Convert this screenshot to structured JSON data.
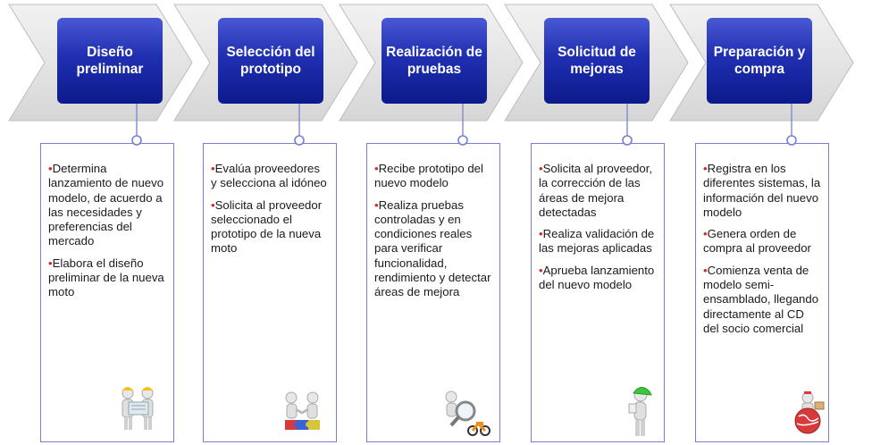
{
  "colors": {
    "arrow_fill": "#e3e3e3",
    "box_fill_top": "#4a58d4",
    "box_fill_bottom": "#0c1a8c",
    "card_border": "#7a7ed0",
    "bullet_mark": "#cc2a2a",
    "text": "#1a1a1a"
  },
  "stages": [
    {
      "title": "Diseño preliminar",
      "icon": "engineers-with-blueprint-icon",
      "bullets": [
        "Determina lanzamiento de nuevo modelo, de acuerdo a las necesidades y preferencias del mercado",
        "Elabora el diseño preliminar de la nueva moto"
      ]
    },
    {
      "title": "Selección del prototipo",
      "icon": "handshake-on-puzzle-icon",
      "bullets": [
        "Evalúa proveedores y selecciona al idóneo",
        "Solicita al proveedor seleccionado el prototipo de la nueva moto"
      ]
    },
    {
      "title": "Realización de pruebas",
      "icon": "magnifier-on-motorcycle-icon",
      "bullets": [
        "Recibe prototipo del nuevo modelo",
        "Realiza pruebas controladas y en condiciones reales para verificar funcionalidad, rendimiento y detectar áreas de mejora"
      ]
    },
    {
      "title": "Solicitud de mejoras",
      "icon": "figure-with-helmet-icon",
      "bullets": [
        "Solicita al proveedor, la corrección de las áreas de mejora detectadas",
        "Realiza validación de las mejoras aplicadas",
        "Aprueba lanzamiento del nuevo modelo"
      ]
    },
    {
      "title": "Preparación y compra",
      "icon": "globe-with-delivery-icon",
      "bullets": [
        "Registra en los diferentes sistemas, la información del nuevo modelo",
        "Genera orden de compra al proveedor",
        "Comienza venta de modelo semi-ensamblado, llegando directamente al CD del socio comercial"
      ]
    }
  ]
}
